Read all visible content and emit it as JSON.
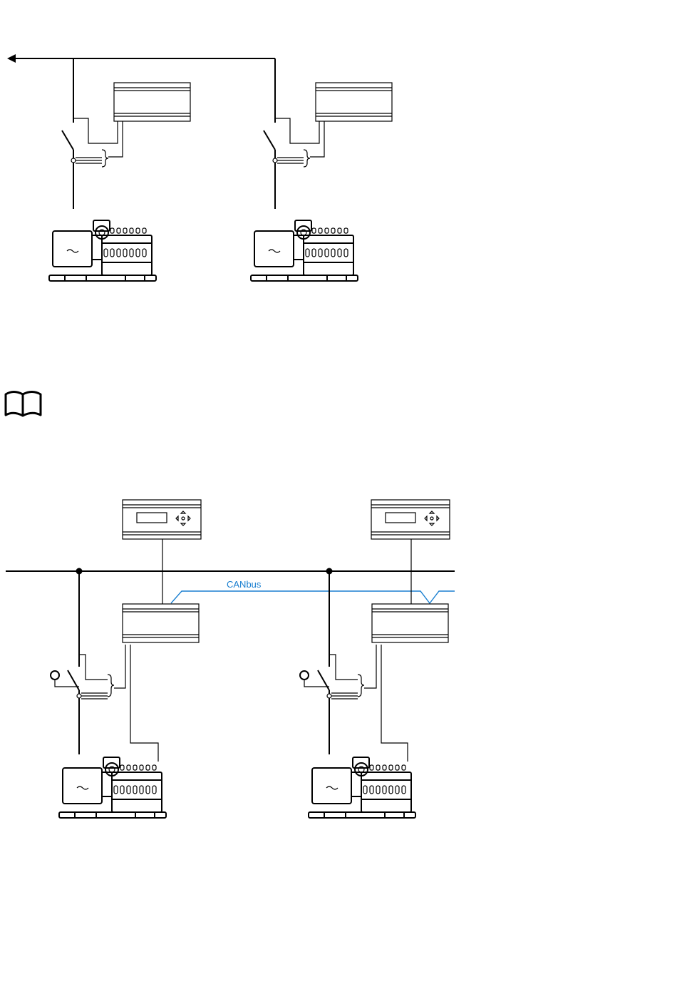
{
  "diagram_top": {
    "units": [
      {
        "name": "gen-set-1"
      },
      {
        "name": "gen-set-2"
      }
    ]
  },
  "diagram_bottom": {
    "canbus_label": "CANbus",
    "units": [
      {
        "name": "gen-set-1"
      },
      {
        "name": "gen-set-2"
      }
    ]
  },
  "icons": {
    "manual": "book-icon"
  },
  "colors": {
    "line": "#000000",
    "canbus": "#1a7fd0"
  }
}
